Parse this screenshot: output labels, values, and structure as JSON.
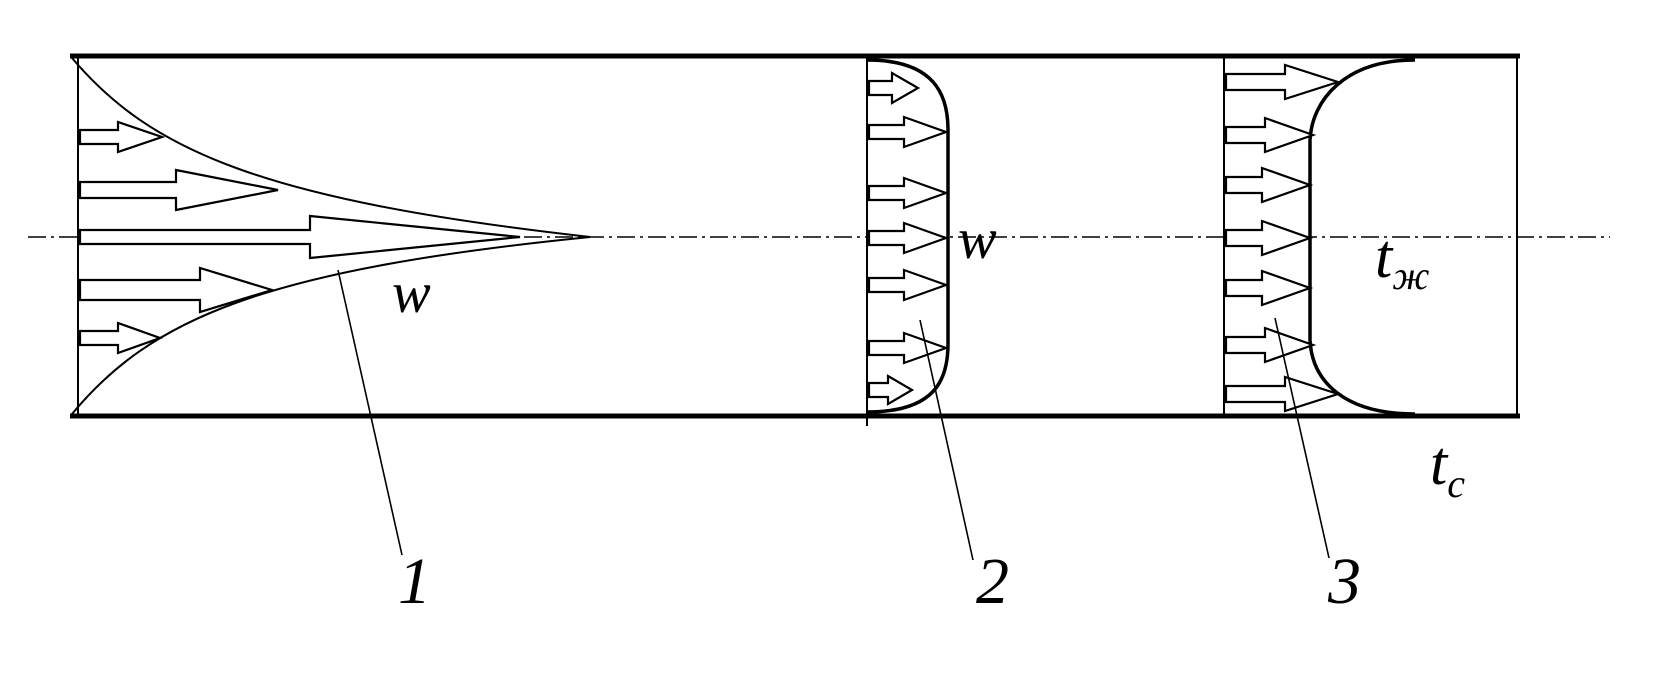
{
  "labels": {
    "velocity_profile_1": "w",
    "velocity_profile_2": "w",
    "fluid_temperature_base": "t",
    "fluid_temperature_sub": "ж",
    "wall_temperature_base": "t",
    "wall_temperature_sub": "c",
    "leader_1": "1",
    "leader_2": "2",
    "leader_3": "3"
  },
  "colors": {
    "ink": "#000000",
    "background": "#ffffff"
  }
}
